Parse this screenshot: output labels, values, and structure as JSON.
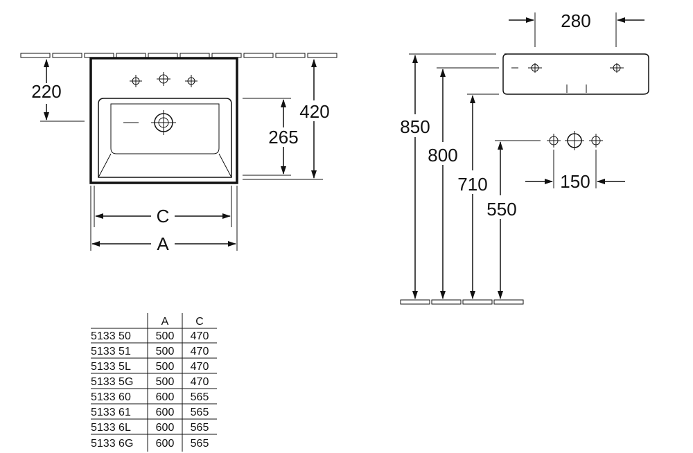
{
  "front_view": {
    "dim_top_offset": "220",
    "dim_total_height": "420",
    "dim_basin_height": "265",
    "dim_inner_width": "C",
    "dim_outer_width": "A"
  },
  "side_view": {
    "dim_depth": "280",
    "dim_height_top": "850",
    "dim_height_rim": "800",
    "dim_height_drain": "710",
    "dim_height_supply": "550",
    "dim_supply_spacing": "150"
  },
  "table": {
    "headers": [
      "",
      "A",
      "C"
    ],
    "rows": [
      [
        "5133 50",
        "500",
        "470"
      ],
      [
        "5133 51",
        "500",
        "470"
      ],
      [
        "5133 5L",
        "500",
        "470"
      ],
      [
        "5133 5G",
        "500",
        "470"
      ],
      [
        "5133 60",
        "600",
        "565"
      ],
      [
        "5133 61",
        "600",
        "565"
      ],
      [
        "5133 6L",
        "600",
        "565"
      ],
      [
        "5133 6G",
        "600",
        "565"
      ]
    ]
  }
}
